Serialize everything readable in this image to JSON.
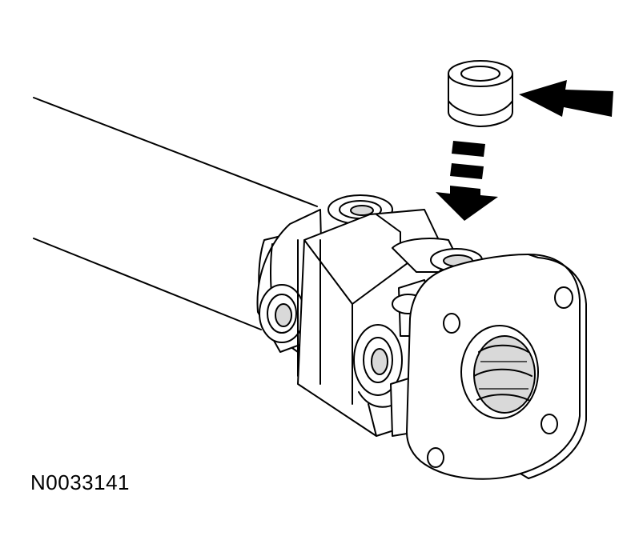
{
  "figure": {
    "id_label": "N0033141"
  },
  "colors": {
    "line": "#000000",
    "background": "#ffffff",
    "shade": "#d9d9d9"
  },
  "icons": {
    "pointer_arrow": "solid-arrow-left",
    "install_direction_arrow": "dashed-arrow-down"
  }
}
